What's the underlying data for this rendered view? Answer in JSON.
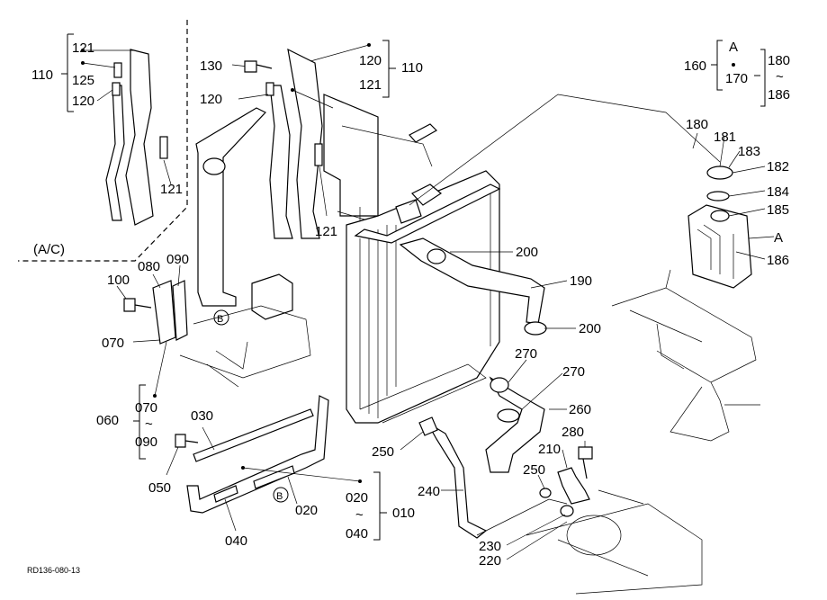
{
  "diagram": {
    "reference_code": "RD136-080-13",
    "labels": {
      "p121a": "121",
      "p125": "125",
      "p120a": "120",
      "p110a": "110",
      "p121b": "121",
      "ac": "(A/C)",
      "p130": "130",
      "p120b": "120",
      "p120c": "120",
      "p110b": "110",
      "p121c": "121",
      "p121d": "121",
      "p100": "100",
      "p080": "080",
      "p090": "090",
      "p070": "070",
      "p060": "060",
      "p070r": "070",
      "tilde1": "~",
      "p090r": "090",
      "p030": "030",
      "p050": "050",
      "p040": "040",
      "p020": "020",
      "p020r": "020",
      "tilde2": "~",
      "p040r": "040",
      "p010": "010",
      "p200a": "200",
      "p190": "190",
      "p200b": "200",
      "p270a": "270",
      "p270b": "270",
      "p260": "260",
      "p250a": "250",
      "p250b": "250",
      "p240": "240",
      "p210": "210",
      "p280": "280",
      "p230": "230",
      "p220": "220",
      "p160": "160",
      "A1": "A",
      "p170": "170",
      "p180r": "180",
      "tilde3": "~",
      "p186r": "186",
      "p180": "180",
      "p181": "181",
      "p183": "183",
      "p182": "182",
      "p184": "184",
      "p185": "185",
      "A2": "A",
      "p186": "186",
      "B1": "B",
      "B2": "B"
    }
  }
}
